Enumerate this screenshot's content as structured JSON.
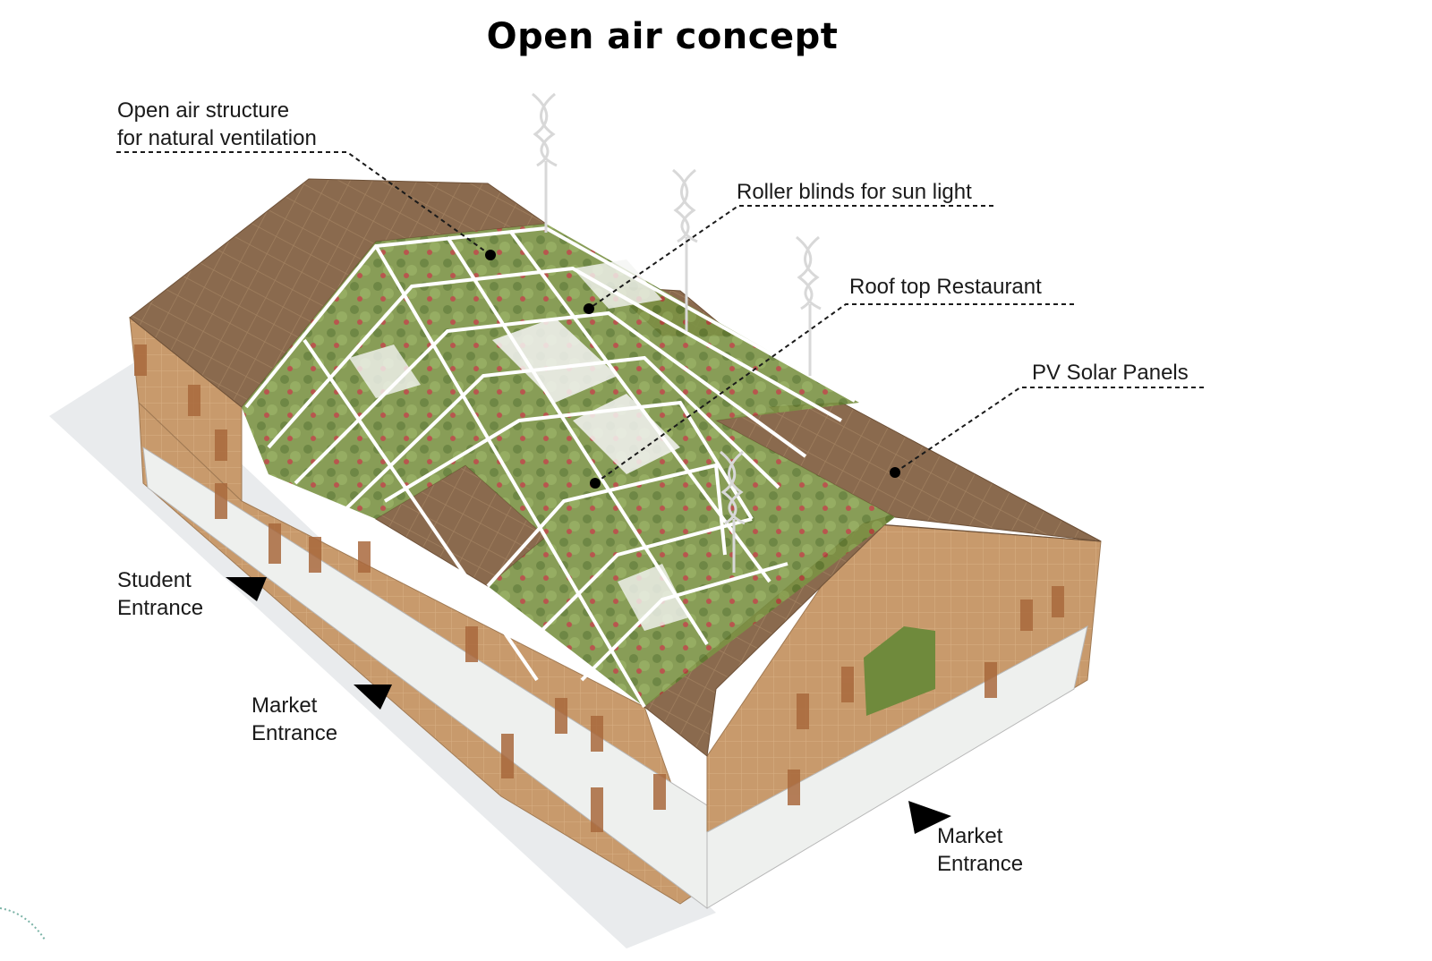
{
  "title": "Open air concept",
  "callouts": [
    {
      "id": "structure",
      "lines": [
        "Open air structure",
        "for natural ventilation"
      ]
    },
    {
      "id": "blinds",
      "lines": [
        "Roller blinds for sun light"
      ]
    },
    {
      "id": "restaurant",
      "lines": [
        "Roof top Restaurant"
      ]
    },
    {
      "id": "solar",
      "lines": [
        "PV Solar Panels"
      ]
    }
  ],
  "entrances": [
    {
      "id": "student",
      "lines": [
        "Student",
        "Entrance"
      ]
    },
    {
      "id": "market-left",
      "lines": [
        "Market",
        "Entrance"
      ]
    },
    {
      "id": "market-right",
      "lines": [
        "Market",
        "Entrance"
      ]
    }
  ],
  "colors": {
    "roof": "#8a6a4e",
    "facade": "#c89a6c",
    "glass": "#f2f4f2",
    "greenery": "#6f8a3c",
    "frame": "#ffffff"
  }
}
